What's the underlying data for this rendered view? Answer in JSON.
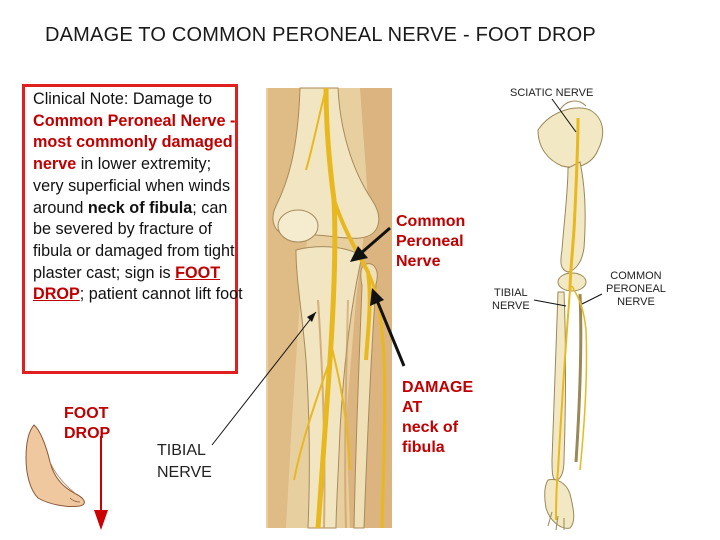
{
  "title": "DAMAGE TO COMMON PERONEAL NERVE - FOOT DROP",
  "note": {
    "p1": "Clinical Note: Damage to ",
    "hl1": "Common Peroneal Nerve - most commonly damaged nerve",
    "p2": " in lower extremity; very superficial when winds around ",
    "b1": "neck of fibula",
    "p3": "; can be severed by fracture of fibula or damaged from tight plaster cast; sign is ",
    "hl2": "FOOT DROP",
    "p4": "; patient cannot lift foot"
  },
  "foot_drop": {
    "line1": "FOOT",
    "line2": "DROP"
  },
  "tibial_nerve": {
    "line1": "TIBIAL",
    "line2": "NERVE"
  },
  "common_peroneal": {
    "line1": "Common",
    "line2": "Peroneal",
    "line3": "Nerve"
  },
  "damage": {
    "line1": "DAMAGE",
    "line2": "AT",
    "line3": "neck of",
    "line4": "fibula"
  },
  "skeleton": {
    "sciatic": "SCIATIC NERVE",
    "tibial1": "TIBIAL",
    "tibial2": "NERVE",
    "cpn1": "COMMON",
    "cpn2": "PERONEAL",
    "cpn3": "NERVE"
  },
  "colors": {
    "accent": "#c00000",
    "frame": "#e02020",
    "nerve": "#e8b820",
    "bone": "#f2e8c4",
    "muscle": "#d9aa6a"
  }
}
